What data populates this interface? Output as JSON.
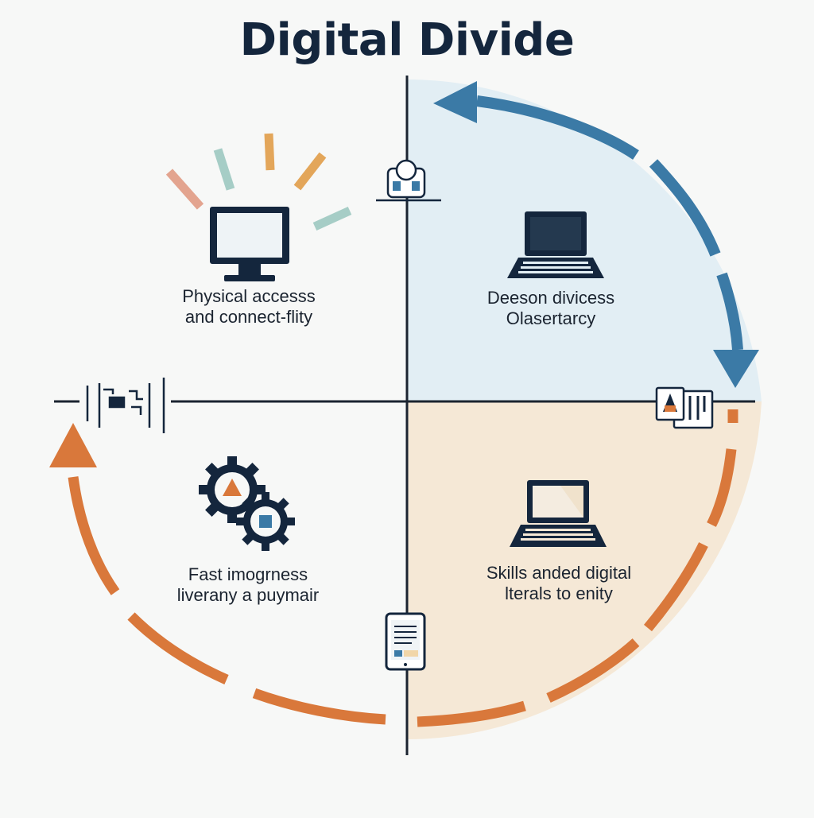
{
  "title": "Digital Divide",
  "quadrants": [
    {
      "id": "q1",
      "line1": "Physical accesss",
      "line2": "and connect-flity",
      "icon": "desktop-monitor-icon"
    },
    {
      "id": "q2",
      "line1": "Deeson divicess",
      "line2": "Olasertarcy",
      "icon": "laptop-icon"
    },
    {
      "id": "q3",
      "line1": "Fast imogrness",
      "line2": "liveranу a puymair",
      "icon": "gears-icon"
    },
    {
      "id": "q4",
      "line1": "Skills anded digital",
      "line2": "lterals to enity",
      "icon": "laptop-icon"
    }
  ],
  "colors": {
    "title": "#14263d",
    "blue_arc": "#3b7aa6",
    "orange_arc": "#d9783b",
    "blue_fill": "#e2eef4",
    "beige_fill": "#f5e8d6",
    "axis": "#1b2430"
  },
  "axis_icons": [
    "person-icon",
    "circuit-icon",
    "document-icon",
    "tablet-icon"
  ]
}
